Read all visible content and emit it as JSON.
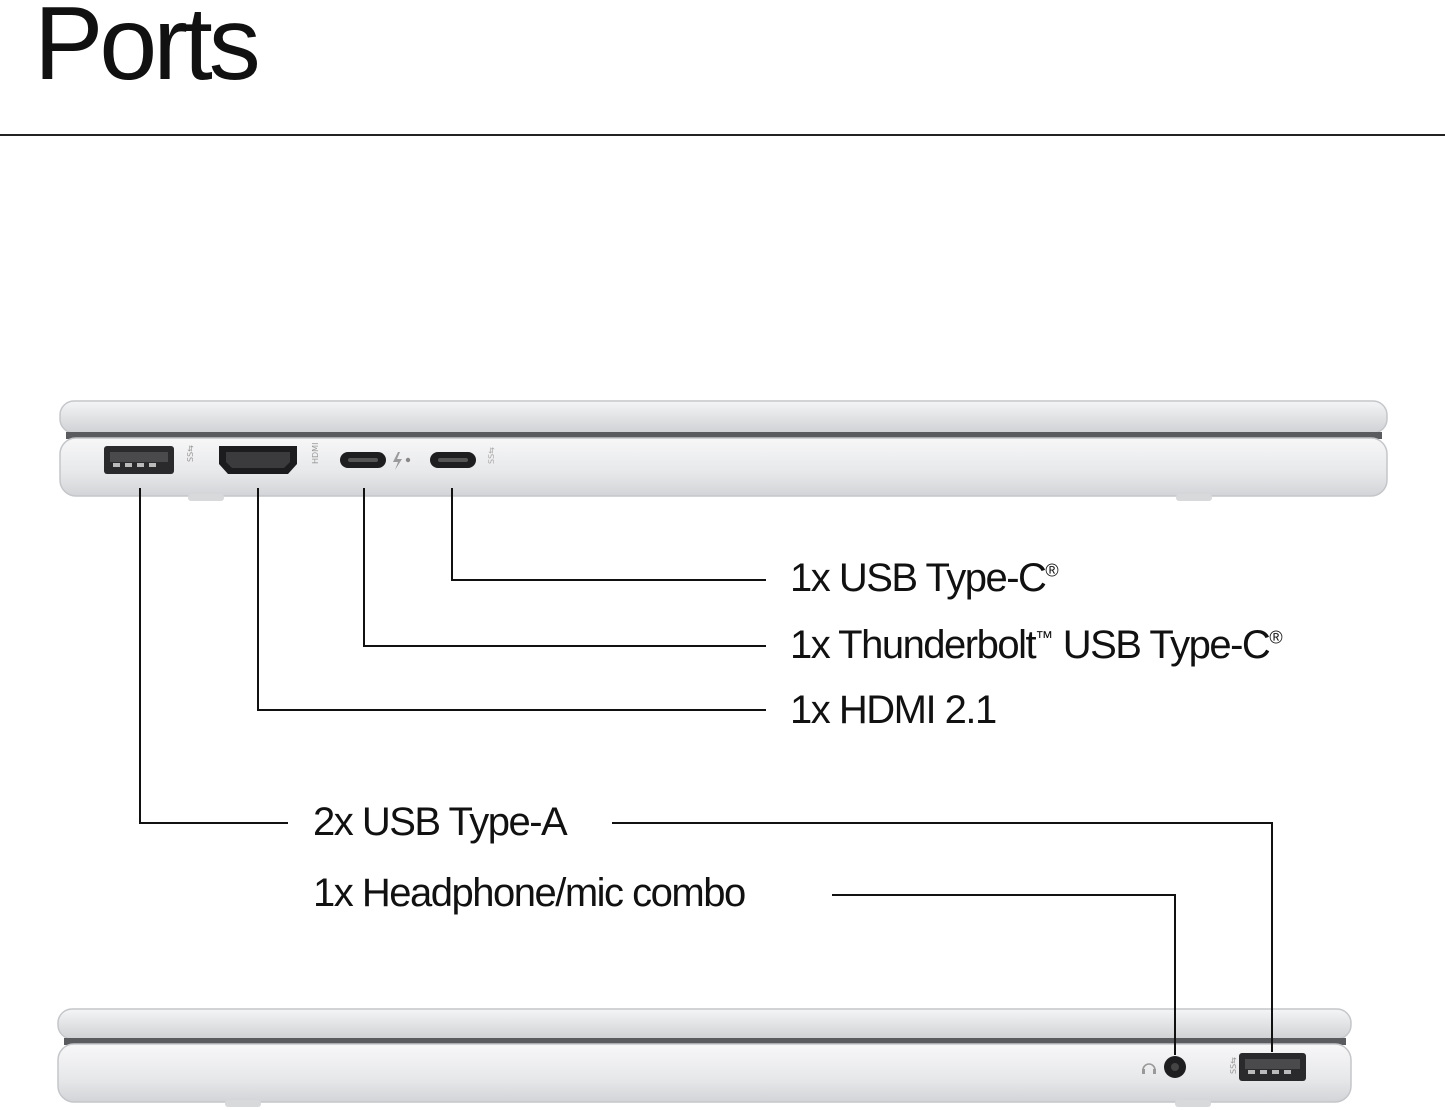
{
  "header": {
    "title": "Ports"
  },
  "labels": {
    "usb_c": {
      "text": "1x USB Type-C",
      "mark": "®"
    },
    "thunderbolt_a": {
      "text": "1x Thunderbolt",
      "tm": "™",
      "text_b": " USB Type-C",
      "mark": "®"
    },
    "hdmi": {
      "text": "1x HDMI 2.1"
    },
    "usb_a": {
      "text": "2x USB Type-A"
    },
    "headphone": {
      "text": "1x Headphone/mic combo"
    }
  },
  "port_marks": {
    "usb_a_left": "SS",
    "hdmi": "HDMI",
    "usb_a_right": "SS"
  },
  "colors": {
    "chassis": "#e6e7e9",
    "chassis_edge": "#c9cbce",
    "port_dark": "#1a1a1a",
    "line": "#111111"
  }
}
